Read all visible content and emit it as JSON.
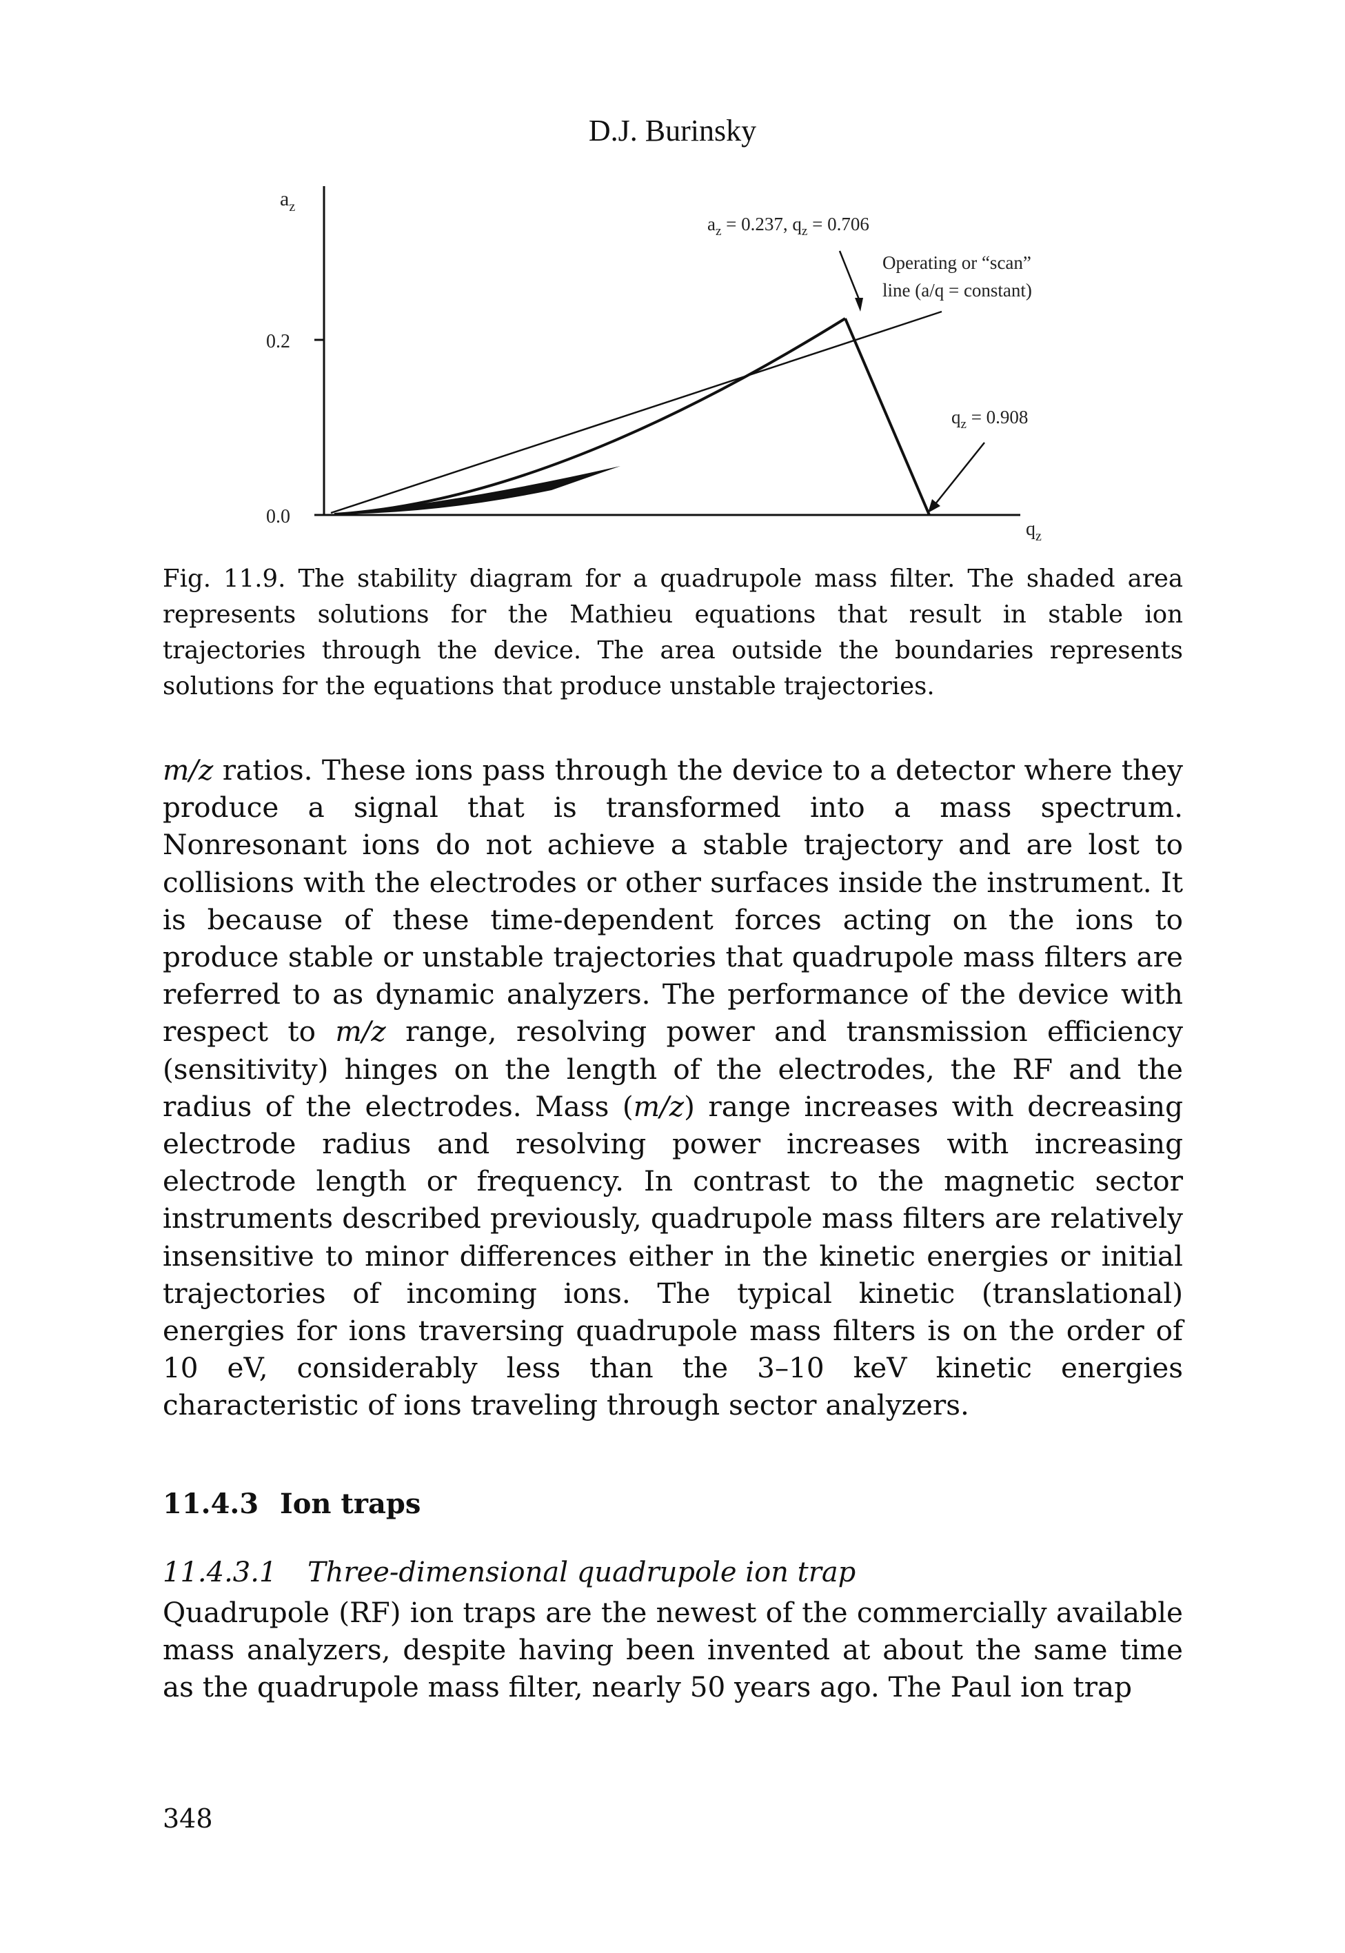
{
  "header": {
    "running_title": "D.J. Burinsky"
  },
  "figure": {
    "y_axis_label": "a",
    "y_axis_sub": "z",
    "x_axis_label": "q",
    "x_axis_sub": "z",
    "tick_02": "0.2",
    "tick_00": "0.0",
    "apex_a": "a",
    "apex_a_sub": "z",
    "apex_a_val": " = 0.237, q",
    "apex_q_sub": "z",
    "apex_q_val": " = 0.706",
    "scan_line_1": "Operating or “scan”",
    "scan_line_2": "line (a/q = constant)",
    "qz_q": "q",
    "qz_sub": "z",
    "qz_val": " = 0.908"
  },
  "caption": {
    "text": "Fig. 11.9. The stability diagram for a quadrupole mass filter. The shaded area represents solutions for the Mathieu equations that result in stable ion trajectories through the device. The area outside the boundaries represents solutions for the equations that produce unstable trajectories."
  },
  "body": {
    "p1_mz": "m/z",
    "p1_a": " ratios. These ions pass through the device to a detector where they produce a signal that is transformed into a mass spectrum. Nonresonant ions do not achieve a stable trajectory and are lost to collisions with the electrodes or other surfaces inside the instrument. It is because of these time-dependent forces acting on the ions to produce stable or unstable trajectories that quadrupole mass filters are referred to as dynamic analyzers. The performance of the device with respect to ",
    "p1_mz2": "m/z",
    "p1_b": " range, resolving power and transmission efficiency (sensitivity) hinges on the length of the electrodes, the RF and the radius of the electrodes. Mass (",
    "p1_mz3": "m/z",
    "p1_c": ") range increases with decreasing electrode radius and resolving power increases with increasing electrode length or frequency. In contrast to the magnetic sector instruments described previously, quadrupole mass filters are relatively insensitive to minor differences either in the kinetic energies or initial trajectories of incoming ions. The typical kinetic (translational) energies for ions traversing quadrupole mass filters is on the order of 10 eV, considerably less than the 3–10 keV kinetic energies characteristic of ions traveling through sector analyzers."
  },
  "section": {
    "number": "11.4.3",
    "title": "Ion traps"
  },
  "subsection": {
    "number": "11.4.3.1",
    "title": "Three-dimensional quadrupole ion trap"
  },
  "body2": {
    "p2": "Quadrupole (RF) ion traps are the newest of the commercially available mass analyzers, despite having been invented at about the same time as the quadrupole mass filter, nearly 50 years ago. The Paul ion trap"
  },
  "footer": {
    "page_number": "348"
  }
}
